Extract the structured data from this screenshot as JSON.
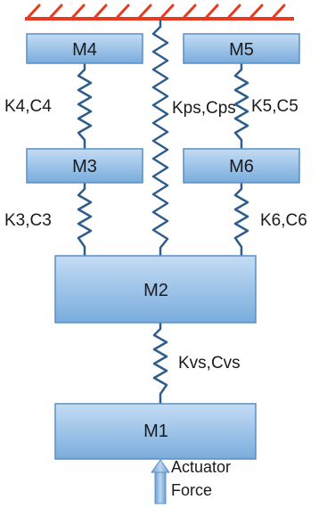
{
  "masses": {
    "m1": "M1",
    "m2": "M2",
    "m3": "M3",
    "m4": "M4",
    "m5": "M5",
    "m6": "M6"
  },
  "springs": {
    "k4c4": "K4,C4",
    "k5c5": "K5,C5",
    "kps_cps": "Kps,Cps",
    "k3c3": "K3,C3",
    "k6c6": "K6,C6",
    "kvs_cvs": "Kvs,Cvs"
  },
  "actuator": {
    "line1": "Actuator",
    "line2": "Force"
  },
  "colors": {
    "ground": "#e83a1e",
    "mass_fill_top": "#bfd9f3",
    "mass_fill_bottom": "#7fb0de",
    "mass_stroke": "#5a8fc3",
    "spring": "#2f5d8a",
    "arrow": "#7fb0de"
  }
}
